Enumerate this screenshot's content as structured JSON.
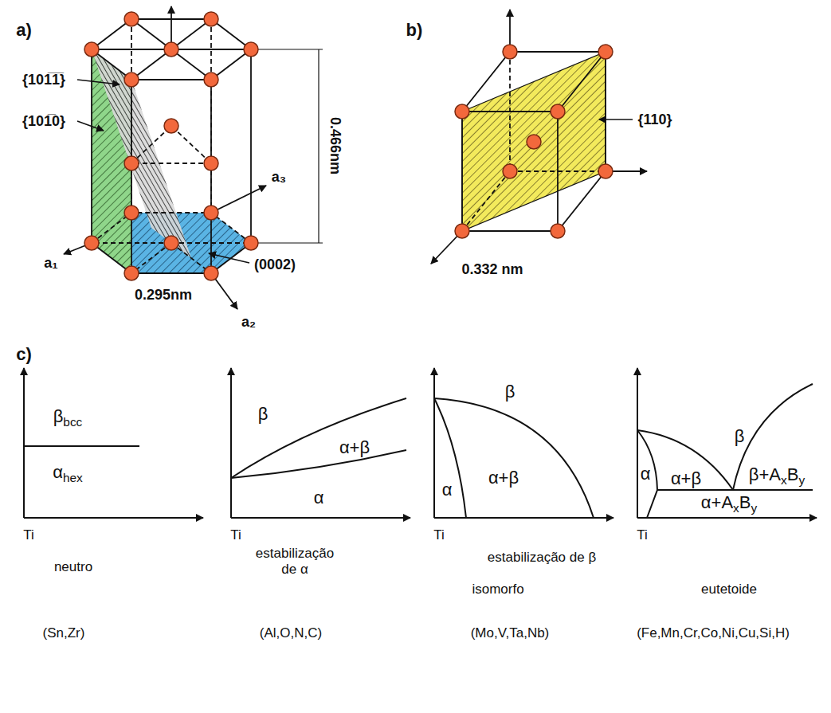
{
  "diagram": {
    "labels": [
      "a)",
      "{101̅1̅}",
      "{101̅0}",
      "a₁",
      "a₃",
      "0.466nm",
      "(0002)",
      "0.295nm",
      "a₂",
      "b)",
      "{110}",
      "0.332 nm",
      "c)",
      "β",
      "bcc",
      "α",
      "hex",
      "Ti",
      "β",
      "α+β",
      "α",
      "Ti",
      "α",
      "α+β",
      "β",
      "Ti",
      "β",
      "α",
      "α+β",
      "β+A",
      "x",
      "B",
      "y",
      "α+A",
      "x",
      "B",
      "y",
      "Ti",
      "neutro",
      "estabilização de α",
      "estabilização de β",
      "isomorfo",
      "eutetoide",
      "(Sn,Zr)",
      "(Al,O,N,C)",
      "(Mo,V,Ta,Nb)",
      "(Fe,Mn,Cr,Co,Ni,Cu,Si,H)"
    ]
  }
}
